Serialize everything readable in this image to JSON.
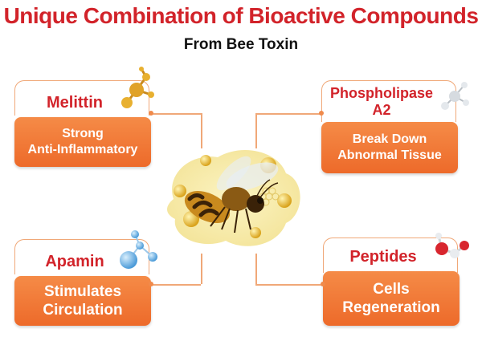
{
  "header": {
    "title": "Unique Combination of Bioactive Compounds",
    "subtitle": "From Bee Toxin"
  },
  "compounds": [
    {
      "name": "Melittin",
      "desc_line1": "Strong",
      "desc_line2": "Anti-Inflammatory",
      "icon": "molecule-gold-icon"
    },
    {
      "name_line1": "Phospholipase",
      "name_line2": "A2",
      "desc_line1": "Break Down",
      "desc_line2": "Abnormal Tissue",
      "icon": "molecule-silver-icon"
    },
    {
      "name": "Apamin",
      "desc_line1": "Stimulates",
      "desc_line2": "Circulation",
      "icon": "molecule-blue-icon"
    },
    {
      "name": "Peptides",
      "desc_line1": "Cells",
      "desc_line2": "Regeneration",
      "icon": "molecule-red-icon"
    }
  ],
  "colors": {
    "title": "#d2232a",
    "accent_orange": "#ed6a2a",
    "connector": "#f0a878"
  },
  "center_image": "bee-honey-illustration"
}
